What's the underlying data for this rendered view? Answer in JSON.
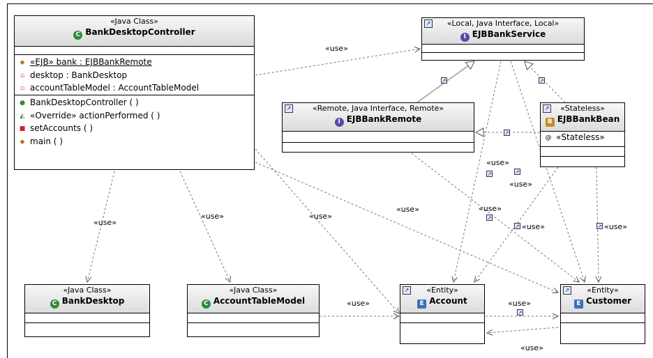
{
  "classes": {
    "controller": {
      "stereotype": "«Java Class»",
      "name": "BankDesktopController",
      "attributes": [
        "«EJB» bank : EJBBankRemote",
        "desktop : BankDesktop",
        "accountTableModel : AccountTableModel"
      ],
      "operations": [
        "BankDesktopController ( )",
        "«Override» actionPerformed ( )",
        "setAccounts ( )",
        "main ( )"
      ]
    },
    "service": {
      "stereotype": "«Local, Java Interface, Local»",
      "name": "EJBBankService"
    },
    "remote": {
      "stereotype": "«Remote, Java Interface, Remote»",
      "name": "EJBBankRemote"
    },
    "bean": {
      "stereotype": "«Stateless»",
      "name": "EJBBankBean",
      "attributes": [
        "«Stateless»"
      ]
    },
    "desktop": {
      "stereotype": "«Java Class»",
      "name": "BankDesktop"
    },
    "tablemodel": {
      "stereotype": "«Java Class»",
      "name": "AccountTableModel"
    },
    "account": {
      "stereotype": "«Entity»",
      "name": "Account"
    },
    "customer": {
      "stereotype": "«Entity»",
      "name": "Customer"
    }
  },
  "relation_label": "«use»",
  "colors": {
    "line": "#777777",
    "class_icon": "#2e8b3a",
    "interface_icon": "#5a48a8",
    "header_gradient_bottom": "#dcdcdc"
  }
}
